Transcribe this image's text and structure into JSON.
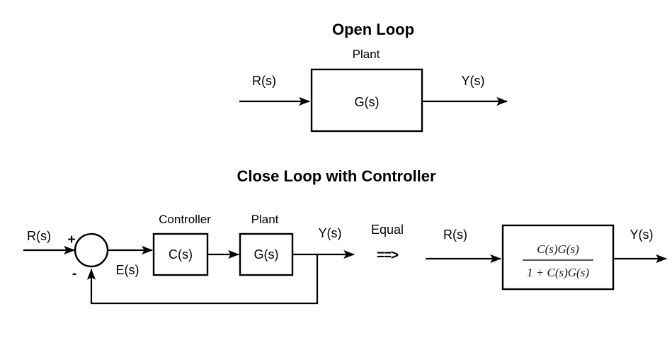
{
  "figure": {
    "background_color": "#ffffff",
    "line_color": "#000000",
    "text_color": "#000000"
  },
  "open_loop": {
    "title": "Open Loop",
    "plant_label": "Plant",
    "plant_box_text": "G(s)",
    "input_label": "R(s)",
    "output_label": "Y(s)"
  },
  "closed_loop": {
    "title": "Close Loop with Controller",
    "input_label": "R(s)",
    "plus_sign": "+",
    "minus_sign": "-",
    "error_label": "E(s)",
    "controller_label": "Controller",
    "controller_box_text": "C(s)",
    "plant_label": "Plant",
    "plant_box_text": "G(s)",
    "output_label": "Y(s)"
  },
  "equivalence": {
    "word": "Equal",
    "arrow": "==>"
  },
  "equivalent_block": {
    "input_label": "R(s)",
    "output_label": "Y(s)",
    "numerator": "C(s)G(s)",
    "denominator": "1 + C(s)G(s)",
    "expression": "C(s)G(s) / (1 + C(s)G(s))"
  }
}
